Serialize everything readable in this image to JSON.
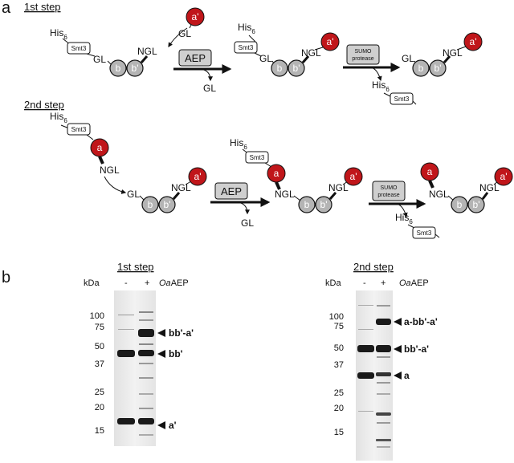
{
  "panels": {
    "a": "a",
    "b": "b"
  },
  "steps": {
    "first": "1st step",
    "second": "2nd step"
  },
  "labels": {
    "his": "His",
    "his_sub": "6",
    "smt3": "Smt3",
    "gl": "GL",
    "ngl": "NGL",
    "domain_b": "b",
    "domain_b_prime": "b'",
    "domain_a": "a",
    "domain_a_prime": "a'",
    "aep": "AEP",
    "sumo_line1": "SUMO",
    "sumo_line2": "protease"
  },
  "gels": {
    "kda": "kDa",
    "minus": "-",
    "plus": "+",
    "enzyme_prefix": "Oa",
    "enzyme_suffix": "AEP",
    "gel1": {
      "title": "1st step",
      "markers": [
        "100",
        "75",
        "50",
        "37",
        "25",
        "20",
        "15"
      ],
      "bands": [
        "bb'-a'",
        "bb'",
        "a'"
      ]
    },
    "gel2": {
      "title": "2nd step",
      "markers": [
        "100",
        "75",
        "50",
        "37",
        "25",
        "20",
        "15"
      ],
      "bands": [
        "a-bb'-a'",
        "bb'-a'",
        "a"
      ]
    }
  },
  "colors": {
    "red_domain": "#c0161a",
    "grey_domain": "#b4b4b4",
    "gel_bg": "#eeeeee",
    "band": "#1a1a1a"
  }
}
